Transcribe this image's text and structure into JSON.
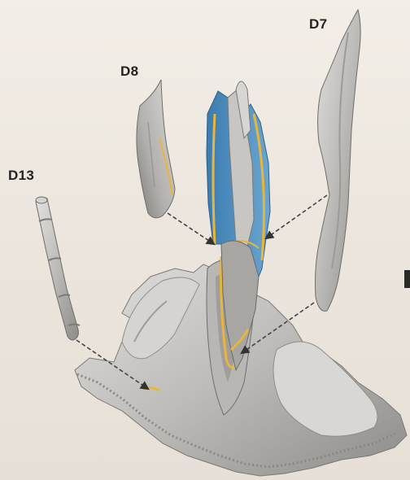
{
  "labels": {
    "d7": "D7",
    "d8": "D8",
    "d13": "D13"
  },
  "colors": {
    "background": "#efe9e1",
    "bone_grey": "#c9c7c4",
    "bone_shadow": "#8d8b88",
    "highlight_outline": "#e9b53b",
    "cavity_blue": "#4f8fbf",
    "arrow": "#555555"
  },
  "icons": {
    "arrow_marker": "arrowhead-icon"
  }
}
